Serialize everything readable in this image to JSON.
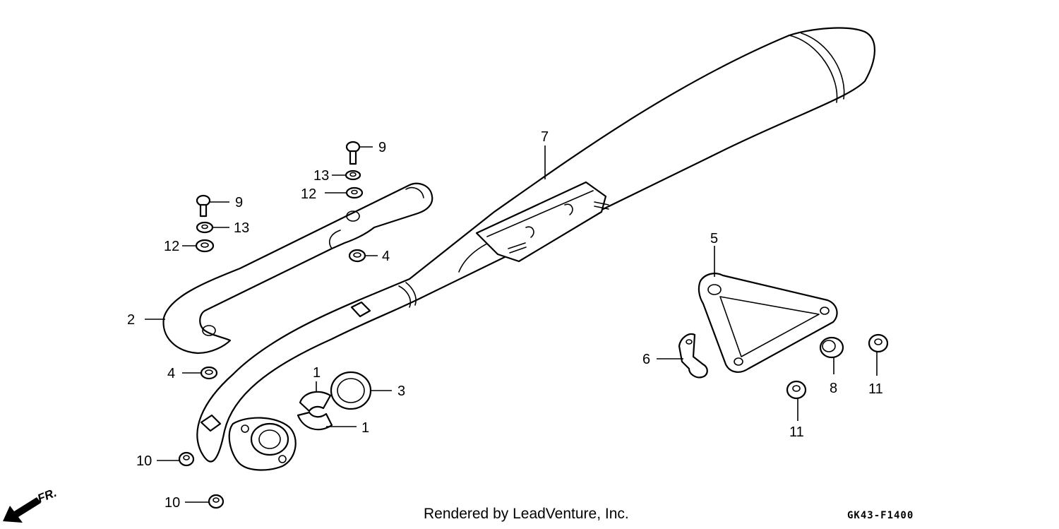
{
  "diagram": {
    "credit": "Rendered by LeadVenture, Inc.",
    "code": "GK43-F1400",
    "front_label": "FR.",
    "callouts": {
      "c1a": "1",
      "c1b": "1",
      "c2": "2",
      "c3": "3",
      "c4a": "4",
      "c4b": "4",
      "c5": "5",
      "c6": "6",
      "c7": "7",
      "c8": "8",
      "c9a": "9",
      "c9b": "9",
      "c10a": "10",
      "c10b": "10",
      "c11a": "11",
      "c11b": "11",
      "c12a": "12",
      "c12b": "12",
      "c13a": "13",
      "c13b": "13"
    }
  }
}
